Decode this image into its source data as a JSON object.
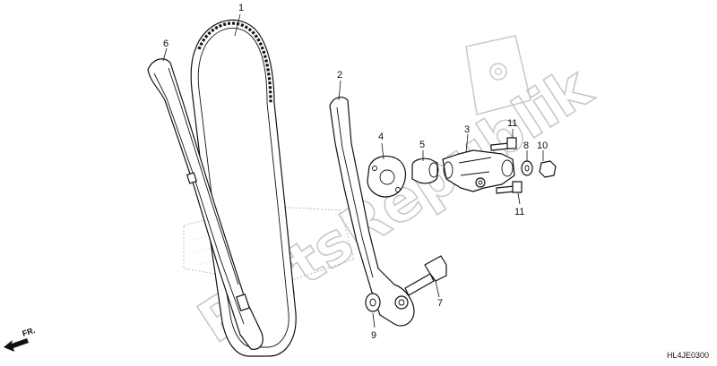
{
  "diagram": {
    "reference_code": "HL4JE0300",
    "direction_label": "FR.",
    "watermark_text": "PartsRepublik",
    "callouts": [
      {
        "id": "1",
        "label": "1"
      },
      {
        "id": "2",
        "label": "2"
      },
      {
        "id": "3",
        "label": "3"
      },
      {
        "id": "4",
        "label": "4"
      },
      {
        "id": "5",
        "label": "5"
      },
      {
        "id": "6",
        "label": "6"
      },
      {
        "id": "7",
        "label": "7"
      },
      {
        "id": "8",
        "label": "8"
      },
      {
        "id": "9",
        "label": "9"
      },
      {
        "id": "10",
        "label": "10"
      },
      {
        "id": "11a",
        "label": "11"
      },
      {
        "id": "11b",
        "label": "11"
      }
    ]
  },
  "colors": {
    "line": "#111111",
    "watermark": "#c8c8c8",
    "background": "#ffffff"
  }
}
